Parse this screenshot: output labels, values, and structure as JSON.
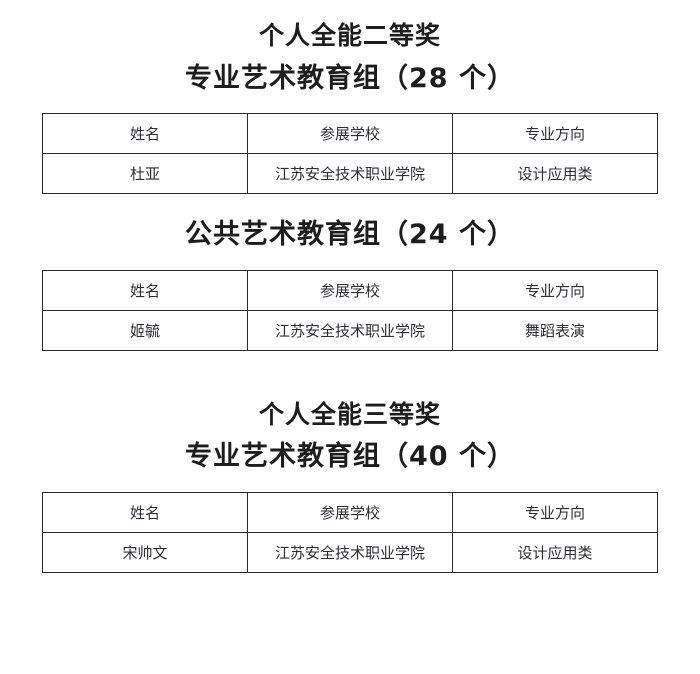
{
  "document": {
    "sections": [
      {
        "award_title": "个人全能二等奖",
        "groups": [
          {
            "group_title": "专业艺术教育组（28 个）",
            "table": {
              "headers": [
                "姓名",
                "参展学校",
                "专业方向"
              ],
              "rows": [
                [
                  "杜亚",
                  "江苏安全技术职业学院",
                  "设计应用类"
                ]
              ]
            }
          },
          {
            "group_title": "公共艺术教育组（24 个）",
            "table": {
              "headers": [
                "姓名",
                "参展学校",
                "专业方向"
              ],
              "rows": [
                [
                  "姬毓",
                  "江苏安全技术职业学院",
                  "舞蹈表演"
                ]
              ]
            }
          }
        ]
      },
      {
        "award_title": "个人全能三等奖",
        "groups": [
          {
            "group_title": "专业艺术教育组（40 个）",
            "table": {
              "headers": [
                "姓名",
                "参展学校",
                "专业方向"
              ],
              "rows": [
                [
                  "宋帅文",
                  "江苏安全技术职业学院",
                  "设计应用类"
                ]
              ]
            }
          }
        ]
      }
    ]
  },
  "colors": {
    "text": "#2b2b2b",
    "heading": "#1d1d1d",
    "border": "#2a2a2a",
    "background": "#ffffff"
  }
}
